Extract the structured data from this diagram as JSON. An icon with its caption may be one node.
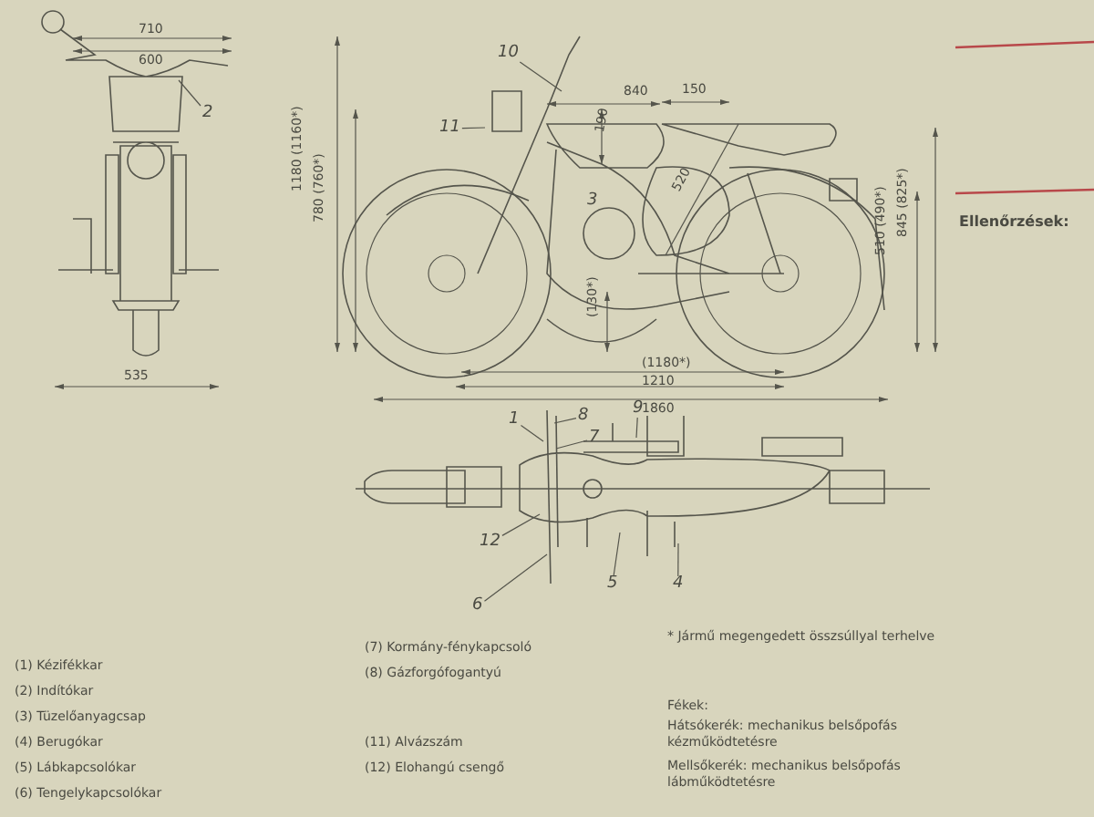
{
  "diagram": {
    "nodes": [
      {
        "text": [
          "2"
        ]
      },
      {
        "text": [
          "10"
        ]
      },
      {
        "text": [
          "11"
        ]
      },
      {
        "text": [
          "1"
        ]
      },
      {
        "text": [
          "8"
        ]
      },
      {
        "text": [
          "7"
        ]
      },
      {
        "text": [
          "9"
        ]
      },
      {
        "text": [
          "12"
        ]
      },
      {
        "text": [
          "6"
        ]
      },
      {
        "text": [
          "5"
        ]
      },
      {
        "text": [
          "4"
        ]
      }
    ],
    "edges": [
      {
        "from": 0,
        "to": null,
        "arrow": "none"
      },
      {
        "from": 1,
        "to": null,
        "arrow": "none"
      },
      {
        "from": 2,
        "to": null,
        "arrow": "none"
      },
      {
        "from": 3,
        "to": null,
        "arrow": "none"
      },
      {
        "from": 4,
        "to": null,
        "arrow": "none"
      },
      {
        "from": 5,
        "to": null,
        "arrow": "none"
      },
      {
        "from": 6,
        "to": null,
        "arrow": "none"
      },
      {
        "from": 7,
        "to": null,
        "arrow": "none"
      },
      {
        "from": 8,
        "to": null,
        "arrow": "none"
      },
      {
        "from": 9,
        "to": null,
        "arrow": "none"
      },
      {
        "from": 10,
        "to": null,
        "arrow": "none"
      }
    ],
    "labels": [
      "710",
      "600",
      "535",
      "1180 (1160*)",
      "780 (760*)",
      "840",
      "150",
      "190",
      "520",
      "3",
      "(130*)",
      "(1180*)",
      "1210",
      "1860",
      "510 (490*)",
      "845 (825*)",
      "(1) Kézifékkar",
      "(2) Indítókar",
      "(3) Tüzelőanyagcsap",
      "(4) Berugókar",
      "(5) Lábkapcsolókar",
      "(6) Tengelykapcsolókar",
      "(7) Kormány-fénykapcsoló",
      "(8) Gázforgófogantyú",
      "(11) Alvázszám",
      "(12) Elohangú csengő",
      "* Jármű megengedett összsúllyal terhelve",
      "Fékek:",
      "Hátsókerék: mechanikus belsőpofás kézműködtetésre",
      "Mellsőkerék: mechanikus belsőpofás lábműködtetésre",
      "Ellenőrzések:"
    ]
  }
}
